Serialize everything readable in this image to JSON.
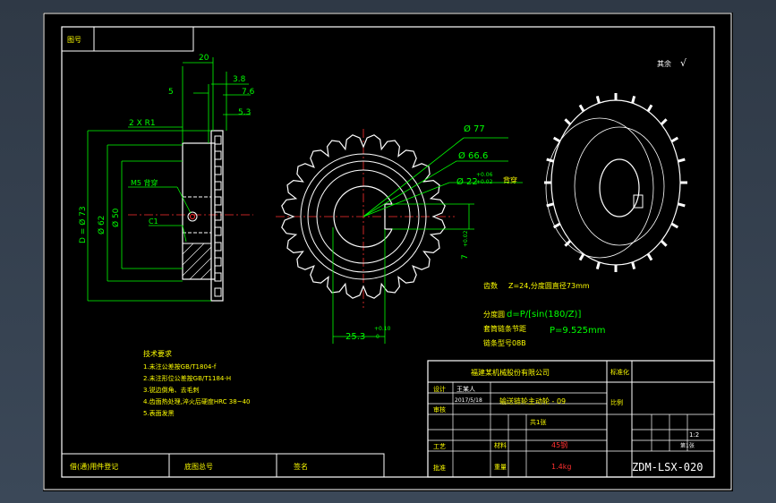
{
  "title_block": {
    "company": "福建某机械股份有限公司",
    "part_name": "输送链轮主动轮 - 09",
    "drawing_number": "ZDM-LSX-020",
    "material_label": "材料",
    "material_value": "45钢",
    "weight_label": "重量",
    "weight_value": "1.4kg",
    "scale_label": "比例",
    "scale_value": "1:2",
    "sheet_label": "共1张",
    "sheet_value": "第1张",
    "drawn_label": "设计",
    "drawn_by": "王某人",
    "date": "2017/5/18",
    "check_label": "审核",
    "approve_label": "批准",
    "process_label": "工艺",
    "std_label": "标准化",
    "top_left_code": "图号",
    "bottom_left_1": "借(通)用件登记",
    "bottom_left_2": "底图总号",
    "bottom_left_3": "签名"
  },
  "roughness": {
    "label": "其余",
    "symbol": "√"
  },
  "side_view_dims": {
    "d20": "20",
    "d3_8": "3.8",
    "d7_6": "7.6",
    "d5": "5",
    "d5_3": "5.3",
    "chamfer": "2 X R1",
    "screw": "M5 背穿",
    "c1": "C1",
    "d73": "D = Ø 73",
    "d62": "Ø 62",
    "d50": "Ø 50"
  },
  "front_view_dims": {
    "d77": "Ø 77",
    "d66_6": "Ø 66.6",
    "d22": "Ø 22",
    "d22_tol_up": "+0.06",
    "d22_tol_low": "+0.02",
    "d22_note": "背穿",
    "key_width": "7",
    "key_tol": "+0.02",
    "key_depth": "25.3",
    "key_depth_tol_up": "+0.10",
    "key_depth_tol_low": "0"
  },
  "notes_right": {
    "teeth_label": "齿数",
    "teeth_text": "Z=24,分度圆直径73mm",
    "pitch_label": "分度圆",
    "formula": "d=P/[sin(180/Z)]",
    "chain_pitch_label": "套筒链条节距",
    "pitch": "P=9.525mm",
    "chain_label": "链条型号08B"
  },
  "tech_requirements": {
    "title": "技术要求",
    "items": [
      "1.未注公差按GB/T1804-f",
      "2.未注形位公差按GB/T1184-H",
      "3.锐边倒角、去毛刺",
      "4.齿面热处理,淬火后硬度HRC 38~40",
      "5.表面发黑"
    ]
  },
  "colors": {
    "background": "#000000",
    "outline": "#ffffff",
    "dimension": "#00ff00",
    "text_yellow": "#ffff00",
    "centerline": "#ff3030"
  }
}
